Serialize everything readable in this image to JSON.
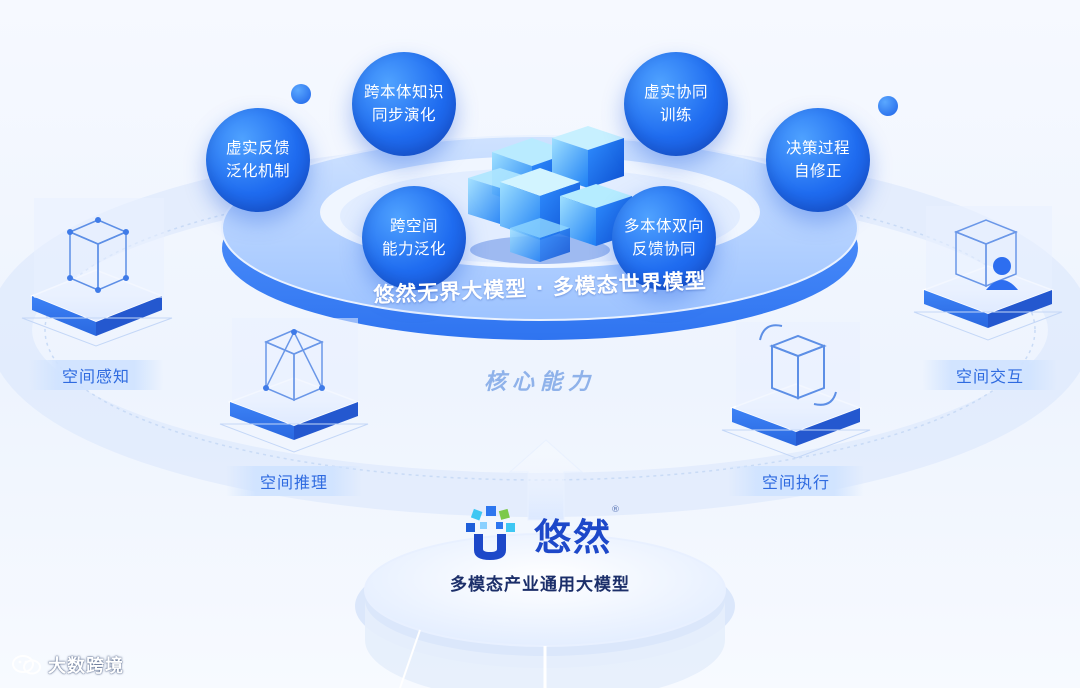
{
  "outer_features": [
    {
      "id": "feedback",
      "lines": [
        "虚实反馈",
        "泛化机制"
      ]
    },
    {
      "id": "knowledge",
      "lines": [
        "跨本体知识",
        "同步演化"
      ]
    },
    {
      "id": "spatial",
      "lines": [
        "跨空间",
        "能力泛化"
      ]
    },
    {
      "id": "training",
      "lines": [
        "虚实协同",
        "训练"
      ]
    },
    {
      "id": "multibody",
      "lines": [
        "多本体双向",
        "反馈协同"
      ]
    },
    {
      "id": "decision",
      "lines": [
        "决策过程",
        "自修正"
      ]
    }
  ],
  "ring_title": "悠然无界大模型 · 多模态世界模型",
  "core_label": "核心能力",
  "capabilities": [
    "空间感知",
    "空间推理",
    "空间执行",
    "空间交互"
  ],
  "brand": {
    "name": "悠然",
    "registered_mark": "®",
    "subtitle": "多模态产业通用大模型"
  },
  "watermark": "大数跨境",
  "colors": {
    "primary": "#1f6cf0",
    "deep": "#1550d4",
    "label_text": "#2f6be0",
    "brand_text": "#1d48c9",
    "background": "#f2f6fe"
  },
  "icons": [
    "cube-stack-icon",
    "wireframe-cube-icon",
    "wireframe-pyramid-icon",
    "rotating-cube-icon",
    "person-cube-icon",
    "brand-logo-icon",
    "wechat-icon"
  ]
}
